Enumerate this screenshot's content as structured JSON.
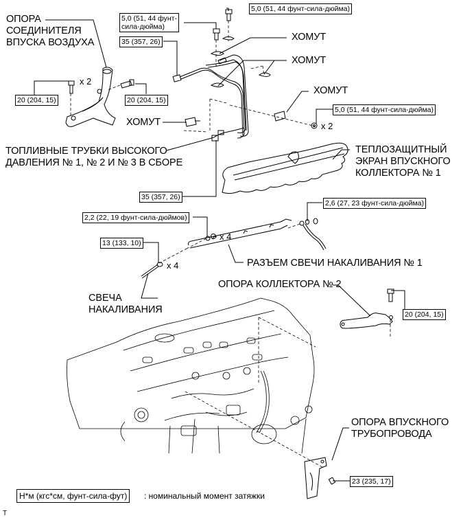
{
  "diagram": {
    "labels": {
      "air_intake_connector_bracket": "ОПОРА\nСОЕДИНИТЕЛЯ\nВПУСКА ВОЗДУХА",
      "clamp_1": "ХОМУТ",
      "clamp_2": "ХОМУТ",
      "clamp_3": "ХОМУТ",
      "clamp_4": "ХОМУТ",
      "fuel_pipes": "ТОПЛИВНЫЕ ТРУБКИ ВЫСОКОГО\nДАВЛЕНИЯ № 1, № 2 И № 3 В СБОРЕ",
      "heat_insulator": "ТЕПЛОЗАЩИТНЫЙ\nЭКРАН ВПУСКНОГО\nКОЛЛЕКТОРА № 1",
      "glow_plug_connector": "РАЗЪЕМ СВЕЧИ НАКАЛИВАНИЯ № 1",
      "glow_plug": "СВЕЧА\nНАКАЛИВАНИЯ",
      "manifold_stay_2": "ОПОРА КОЛЛЕКТОРА № 2",
      "intake_pipe_bracket": "ОПОРА ВПУСКНОГО\nТРУБОПРОВОДА"
    },
    "torque_specs": {
      "bolt_top_right": "5,0 (51, 44 фунт-сила-дюйма)",
      "bolt_top_left": "5,0 (51, 44 фунт-\nсила-дюйма)",
      "pipe_nut_upper": "35 (357, 26)",
      "bracket_bolt_left": "20 (204, 15)",
      "bracket_bolt_right": "20 (204, 15)",
      "clamp_nut": "5,0 (51, 44 фунт-сила-дюйма)",
      "pipe_nut_lower": "35 (357, 26)",
      "connector_nut_left": "2,2 (22, 19 фунт-сила-дюймов)",
      "connector_nut_right": "2,6 (27, 23 фунт-сила-дюйма)",
      "glow_plug_torque": "13 (133, 10)",
      "manifold_stay_bolt": "20 (204, 15)",
      "intake_bracket_bolt": "23 (235, 17)"
    },
    "multipliers": {
      "bracket_bolt": "x 2",
      "clamp_nut": "x 2",
      "connector_nut": "x 4",
      "glow_plug": "x 4"
    },
    "legend": {
      "units": "Н*м (кгс*см, фунт-сила-фут)",
      "description": ": номинальный момент затяжки"
    },
    "footer_mark": "T"
  }
}
